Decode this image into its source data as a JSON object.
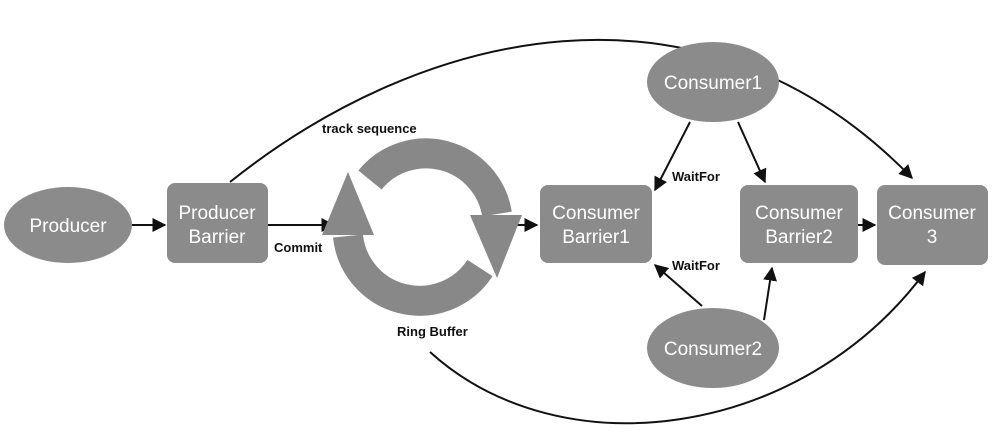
{
  "colors": {
    "node_fill": "#8b8b8b",
    "ring_fill": "#888888",
    "node_text": "#ffffff",
    "edge": "#111111"
  },
  "nodes": {
    "producer": "Producer",
    "producer_barrier": [
      "Producer",
      "Barrier"
    ],
    "consumer_barrier1": [
      "Consumer",
      "Barrier1"
    ],
    "consumer_barrier2": [
      "Consumer",
      "Barrier2"
    ],
    "consumer3": [
      "Consumer",
      "3"
    ],
    "consumer1": "Consumer1",
    "consumer2": "Consumer2"
  },
  "labels": {
    "track_sequence": "track sequence",
    "commit": "Commit",
    "ring_buffer": "Ring Buffer",
    "waitfor_top": "WaitFor",
    "waitfor_bottom": "WaitFor"
  },
  "icons": {
    "ring_buffer": "circular-arrows-icon"
  }
}
